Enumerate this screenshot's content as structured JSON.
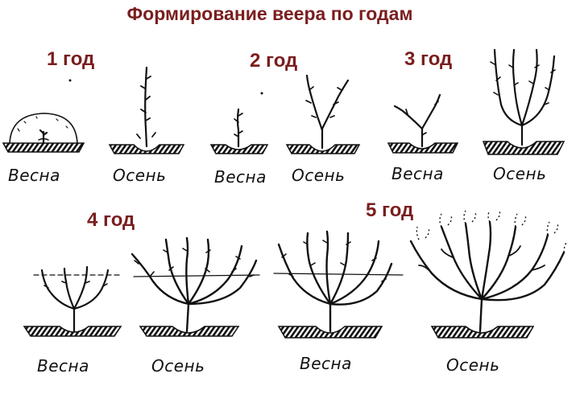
{
  "title": "Формирование веера по годам",
  "years": [
    {
      "label": "1 год"
    },
    {
      "label": "2 год"
    },
    {
      "label": "3 год"
    },
    {
      "label": "4 год"
    },
    {
      "label": "5 год"
    }
  ],
  "stages": [
    {
      "caption": "Весна"
    },
    {
      "caption": "Осень"
    },
    {
      "caption": "Весна"
    },
    {
      "caption": "Осень"
    },
    {
      "caption": "Весна"
    },
    {
      "caption": "Осень"
    },
    {
      "caption": "Весна"
    },
    {
      "caption": "Осень"
    },
    {
      "caption": "Весна"
    },
    {
      "caption": "Осень"
    }
  ],
  "colors": {
    "heading": "#7a1e1e",
    "ink": "#111111"
  }
}
